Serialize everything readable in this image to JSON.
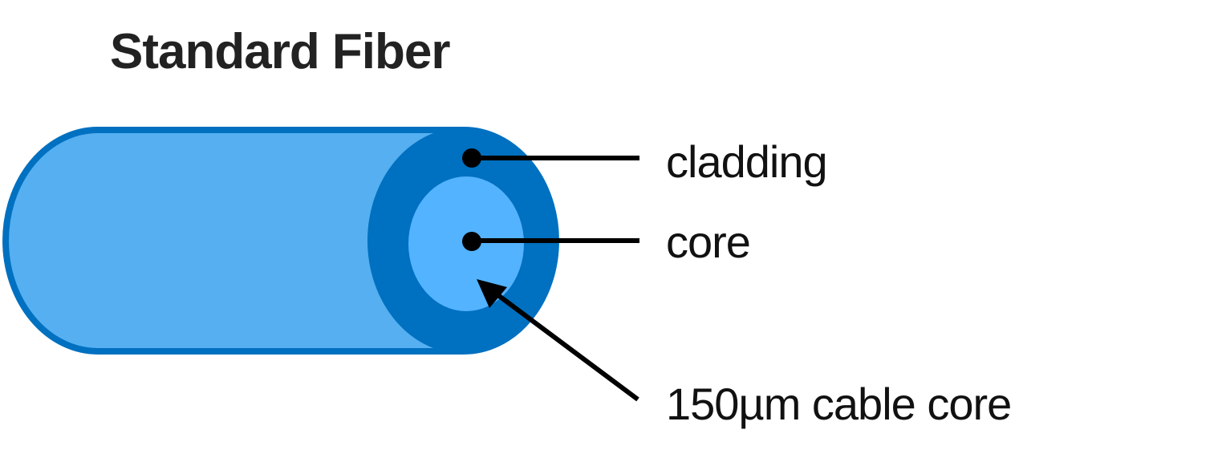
{
  "title": "Standard Fiber",
  "labels": {
    "cladding": "cladding",
    "core": "core",
    "cable_core": "150µm cable core"
  },
  "colors": {
    "fiber_body": "#55AFF0",
    "cladding": "#0070C0",
    "outline": "#0070C0",
    "core": "#53B3FF",
    "leader": "#000000",
    "text": "#111111"
  }
}
